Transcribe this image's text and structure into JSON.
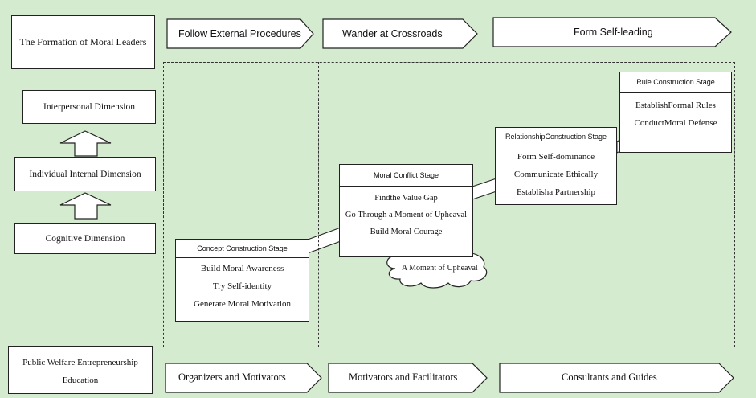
{
  "header": {
    "title": "The Formation of Moral Leaders",
    "phases": [
      "Follow External Procedures",
      "Wander at Crossroads",
      "Form Self-leading"
    ]
  },
  "dimensions": {
    "top": "Interpersonal Dimension",
    "middle": "Individual Internal Dimension",
    "bottom": "Cognitive Dimension"
  },
  "stages": {
    "concept": {
      "title": "Concept Construction Stage",
      "items": [
        "Build Moral Awareness",
        "Try Self-identity",
        "Generate Moral Motivation"
      ]
    },
    "conflict": {
      "title": "Moral Conflict Stage",
      "items": [
        "Findthe Value Gap",
        "Go Through a Moment of Upheaval",
        "Build Moral Courage"
      ]
    },
    "relationship": {
      "title": "RelationshipConstruction Stage",
      "items": [
        "Form Self-dominance",
        "Communicate Ethically",
        "Establisha Partnership"
      ]
    },
    "rule": {
      "title": "Rule Construction Stage",
      "items": [
        "EstablishFormal Rules",
        "ConductMoral Defense"
      ]
    }
  },
  "cloud": {
    "label": "A Moment of Upheaval"
  },
  "footer": {
    "title_line1": "Public Welfare Entrepreneurship",
    "title_line2": "Education",
    "roles": [
      "Organizers and Motivators",
      "Motivators and Facilitators",
      "Consultants and Guides"
    ]
  },
  "colors": {
    "background": "#d5ebd0",
    "box": "#ffffff",
    "border": "#222222"
  }
}
